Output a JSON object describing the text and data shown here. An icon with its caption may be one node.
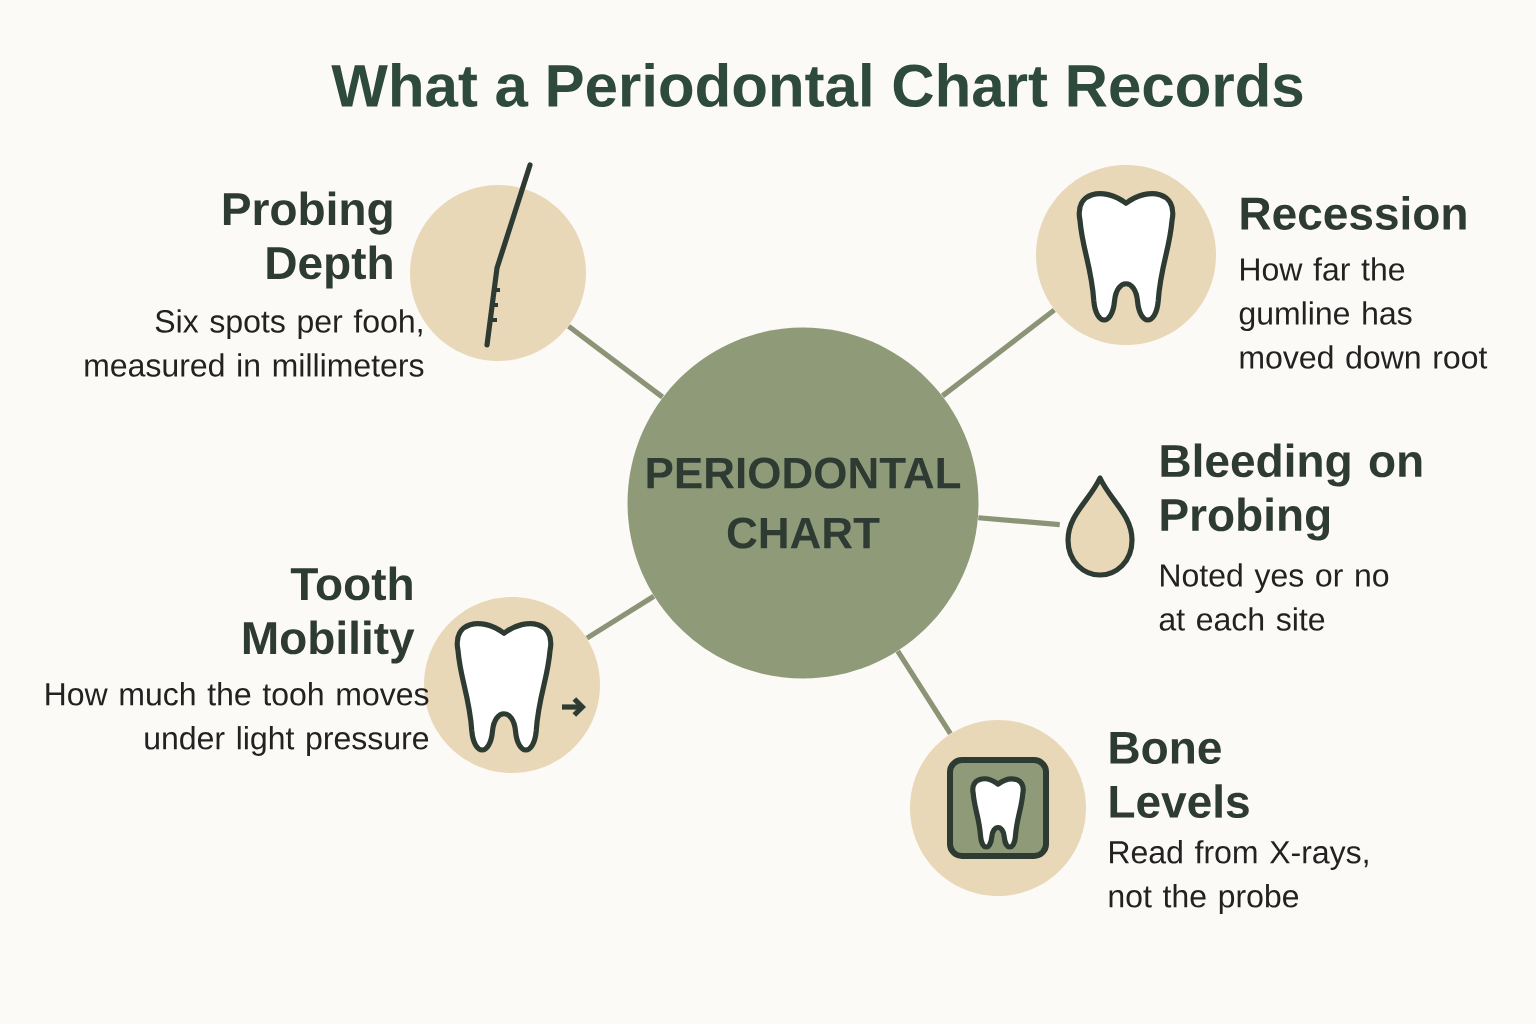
{
  "diagram": {
    "title": "What a Periodontal Chart Records",
    "nodes": [
      {
        "text": [
          "PERIODONTAL CHART"
        ]
      },
      {
        "text": [
          "Probing Depth",
          "Six spots per fooh, measured in millimeters"
        ]
      },
      {
        "text": [
          "Recession",
          "How far the gumline has moved down root"
        ]
      },
      {
        "text": [
          "Bleeding on Probing",
          "Noted yes or no at each site"
        ]
      },
      {
        "text": [
          "Tooth Mobility",
          "How much the tooh moves under light pressure"
        ]
      },
      {
        "text": [
          "Bone Levels",
          "Read from X-rays, not the probe"
        ]
      }
    ],
    "edges": [
      {
        "from": 0,
        "to": 1,
        "arrow": "none"
      },
      {
        "from": 0,
        "to": 2,
        "arrow": "none"
      },
      {
        "from": 0,
        "to": 3,
        "arrow": "none"
      },
      {
        "from": 0,
        "to": 4,
        "arrow": "none"
      },
      {
        "from": 0,
        "to": 5,
        "arrow": "none"
      }
    ]
  }
}
